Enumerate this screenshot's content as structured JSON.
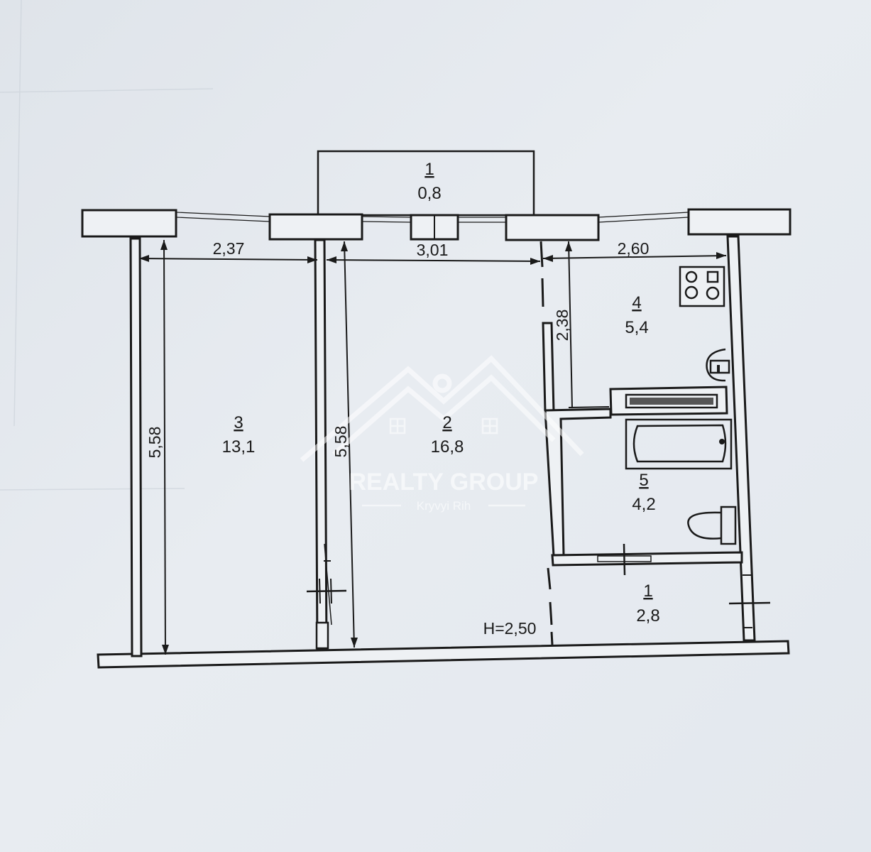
{
  "rooms": [
    {
      "id": "balcony",
      "number": "1",
      "area": "0,8"
    },
    {
      "id": "room2",
      "number": "2",
      "area": "16,8"
    },
    {
      "id": "room3",
      "number": "3",
      "area": "13,1"
    },
    {
      "id": "kitchen",
      "number": "4",
      "area": "5,4"
    },
    {
      "id": "bathroom",
      "number": "5",
      "area": "4,2"
    },
    {
      "id": "hall",
      "number": "1",
      "area": "2,8"
    }
  ],
  "dimensions": {
    "room3_width": "2,37",
    "room2_width": "3,01",
    "kitchen_width": "2,60",
    "kitchen_depth": "2,38",
    "room3_length": "5,58",
    "room2_length": "5,58",
    "ceiling_height": "H=2,50"
  },
  "watermark": {
    "brand": "REALTY GROUP",
    "city": "Kryvyi Rih"
  },
  "icons": [
    "stove-icon",
    "sink-icon",
    "radiator-icon",
    "bathtub-icon",
    "toilet-icon"
  ]
}
